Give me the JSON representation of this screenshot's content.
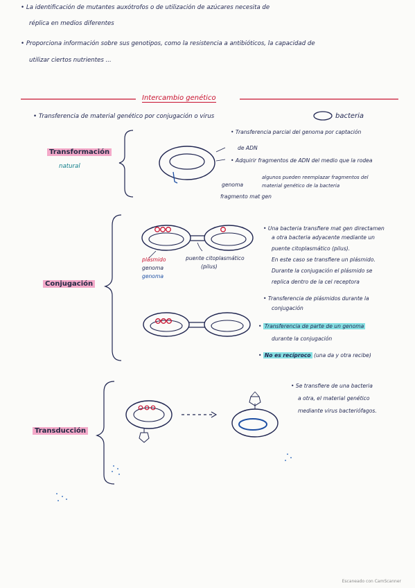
{
  "intro": {
    "line1a": "La identificación de mutantes auxótrofos o de utilización de azúcares necesita de",
    "line1b": "réplica en medios diferentes",
    "line2a": "Proporciona información sobre sus genotipos, como la resistencia a antibióticos, la capacidad de",
    "line2b": "utilizar ciertos nutrientes ..."
  },
  "section_title": "Intercambio genético",
  "overview": {
    "bullet": "Transferencia de material genético por conjugación o virus",
    "legend_label": "bacteria"
  },
  "transformacion": {
    "title": "Transformación",
    "subtitle": "natural",
    "label_genoma": "genoma",
    "label_fragmento": "fragmento mat gen",
    "b1a": "Transferencia parcial del genoma por captación",
    "b1b": "de ADN",
    "b2a": "Adquirir fragmentos de ADN del medio que la rodea",
    "note1": "algunos pueden reemplazar fragmentos del",
    "note2": "material genético de la bacteria"
  },
  "conjugacion": {
    "title": "Conjugación",
    "label_plasmido": "plásmido",
    "label_genoma": "genoma",
    "label_genoma2": "genoma",
    "label_puente1": "puente citoplasmático",
    "label_puente2": "(pilus)",
    "b1": [
      "Una bacteria transfiere mat gen directamen",
      "a otra bacteria adyacente mediante un",
      "puente citoplasmático (pilus).",
      "En este caso se transfiere un plásmido.",
      "Durante la conjugación el plásmido se",
      "replica dentro de la cel receptora"
    ],
    "b2a": "Transferencia de plásmidos durante la",
    "b2b": "conjugación",
    "b3a": "Transferencia de parte de un genoma",
    "b3b": "durante la conjugación",
    "b4a": "No es recíproco",
    "b4b": "(una da y otra recibe)"
  },
  "transduccion": {
    "title": "Transducción",
    "b1": [
      "Se transfiere de una bacteria",
      "a otra, el material genético",
      "mediante virus bacteriófagos."
    ]
  },
  "footer": "Escaneado con CamScanner",
  "colors": {
    "accent_red": "#c8102e",
    "highlight_pink": "#f3a9c9",
    "teal": "#0f7e8a",
    "ink": "#1f2550"
  }
}
